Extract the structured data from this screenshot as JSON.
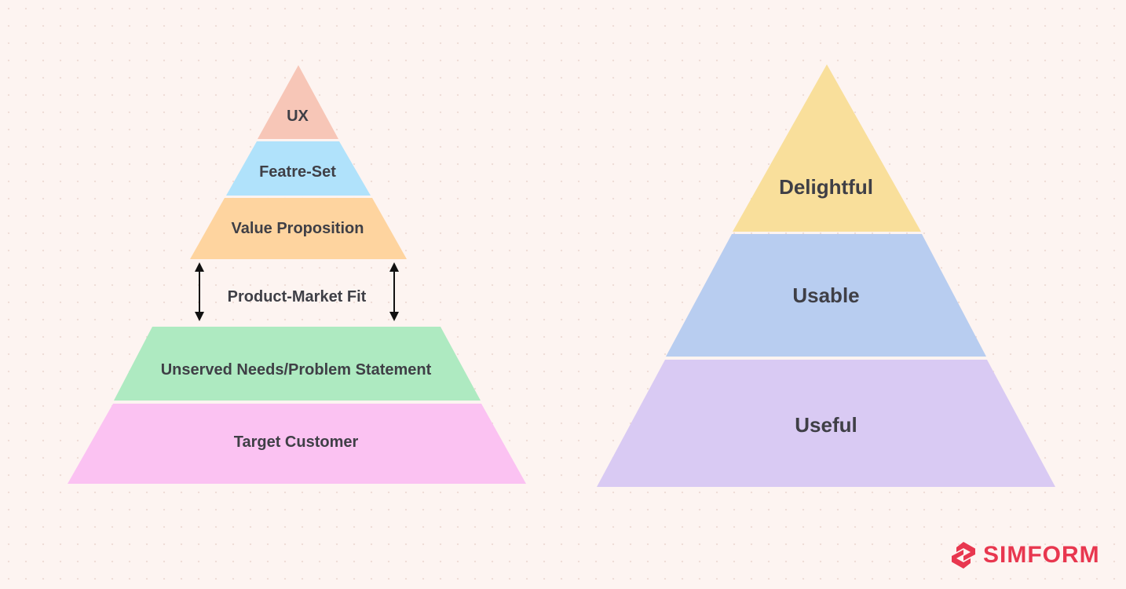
{
  "colors": {
    "background": "#fdf4f1",
    "text": "#3f3f46",
    "ux": "#f7c6b7",
    "feature_set": "#b0e2fb",
    "value_proposition": "#fed49f",
    "unserved_needs": "#aeeac1",
    "target_customer": "#fbc2f2",
    "delightful": "#f9df9b",
    "usable": "#b8cdf0",
    "useful": "#d9caf3",
    "brand": "#e8374f"
  },
  "left_pyramid": {
    "ux": "UX",
    "feature_set": "Featre-Set",
    "value_proposition": "Value Proposition",
    "fit_label": "Product-Market Fit",
    "unserved_needs": "Unserved Needs/Problem Statement",
    "target_customer": "Target Customer"
  },
  "right_pyramid": {
    "delightful": "Delightful",
    "usable": "Usable",
    "useful": "Useful"
  },
  "brand": {
    "name": "SIMFORM",
    "icon": "simform-logo-icon"
  }
}
